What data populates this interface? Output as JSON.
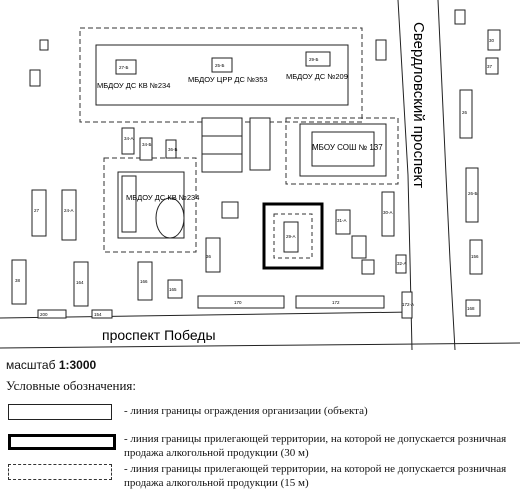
{
  "map": {
    "streets": {
      "sverdlovsky": "Свердловский проспект",
      "pobedy": "проспект Победы"
    },
    "facilities": {
      "dou234_top": "МБДОУ ДС КВ №234",
      "dou353": "МБДОУ ЦРР ДС №353",
      "dou209": "МБДОУ ДС №209",
      "sosh137": "МБОУ СОШ № 137",
      "dou234_left": "МБДОУ ДС КВ №234"
    },
    "house_numbers": {
      "h1": "27-Б",
      "h2": "25-Б",
      "h3": "29-Б",
      "h4": "36-Б",
      "h5": "24-А",
      "h6": "29-А",
      "h7": "31-А",
      "h8": "36",
      "h9": "34-Б",
      "h10": "34-А",
      "h11": "30-А",
      "h12": "32-А",
      "h13": "27",
      "h14": "38",
      "h15": "164",
      "h16": "166",
      "h17": "165",
      "h18": "170",
      "h19": "172",
      "h20": "172-А",
      "h21": "168",
      "h22": "26",
      "h23": "26-Б",
      "h24": "200",
      "h25": "154",
      "h26": "156",
      "h27": "30",
      "h28": "37"
    }
  },
  "scale": {
    "prefix": "масштаб",
    "value": "1:3000"
  },
  "legend": {
    "title": "Условные обозначения:",
    "items": [
      {
        "style": "thin",
        "text": "- линия границы ограждения организации (объекта)"
      },
      {
        "style": "thick",
        "text": "- линия границы прилегающей территории, на которой не допускается розничная продажа алкогольной продукции (30 м)"
      },
      {
        "style": "dashed",
        "text": "- линия границы прилегающей территории, на которой не допускается розничная продажа алкогольной продукции (15 м)"
      }
    ]
  }
}
